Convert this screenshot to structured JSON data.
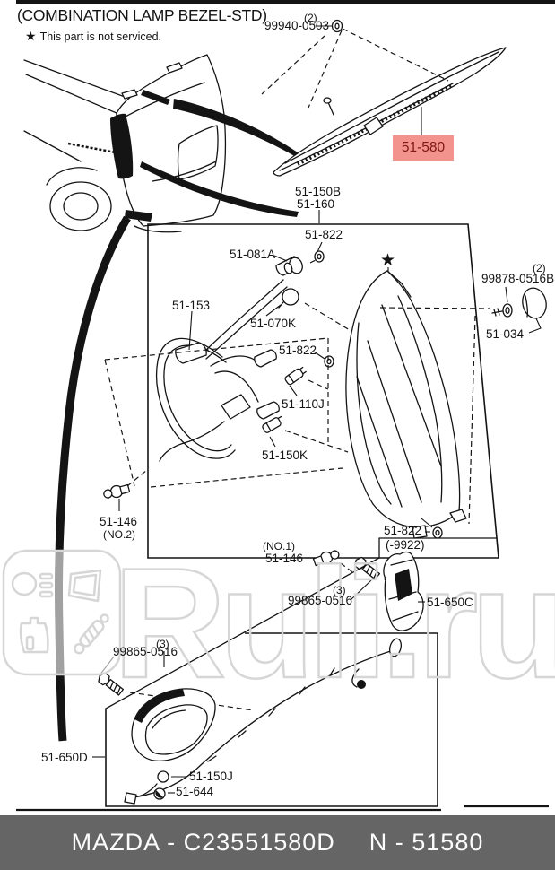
{
  "header": {
    "title": "(COMBINATION LAMP BEZEL-STD)",
    "star": "★",
    "note": "This part is not serviced."
  },
  "icons": {
    "star": "★"
  },
  "colors": {
    "highlight_bg": "#f2938d",
    "highlight_text": "#801712",
    "footer_bg": "#656565",
    "footer_text": "#ffffff",
    "watermark": "#d6d6d6",
    "ink": "#141414"
  },
  "callouts": {
    "c99940": {
      "qty": "(2)",
      "id": "99940-0503"
    },
    "c51580": {
      "id": "51-580"
    },
    "c51150b": {
      "id": "51-150B"
    },
    "c51160": {
      "id": "51-160"
    },
    "c51822_top": {
      "id": "51-822"
    },
    "c51081a": {
      "id": "51-081A"
    },
    "c51153": {
      "id": "51-153"
    },
    "c51070k": {
      "id": "51-070K"
    },
    "c51822_mid": {
      "id": "51-822"
    },
    "c51110j": {
      "id": "51-110J"
    },
    "c51150k": {
      "id": "51-150K"
    },
    "c99878": {
      "qty": "(2)",
      "id": "99878-0516B"
    },
    "c51034": {
      "id": "51-034"
    },
    "c51146_no2": {
      "id": "51-146",
      "note": "(NO.2)"
    },
    "c51822_9922": {
      "id": "51-822",
      "note": "(-9922)"
    },
    "c51146_no1": {
      "note": "(NO.1)",
      "id": "51-146"
    },
    "c99865_upper": {
      "qty": "(3)",
      "id": "99865-0516"
    },
    "c51650c": {
      "id": "51-650C"
    },
    "c99865_lower": {
      "qty": "(3)",
      "id": "99865-0516"
    },
    "c51650d": {
      "id": "51-650D"
    },
    "c51150j": {
      "id": "51-150J"
    },
    "c51644": {
      "id": "51-644"
    }
  },
  "watermark": {
    "text": "Ruli.ru"
  },
  "footer": {
    "left": "MAZDA - C23551580D",
    "right": "N - 51580"
  }
}
